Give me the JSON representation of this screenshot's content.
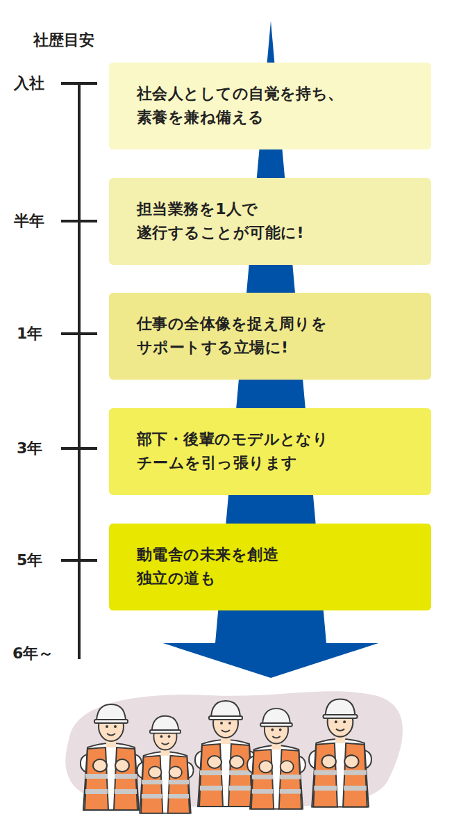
{
  "diagram": {
    "title": "社歴目安",
    "nodes": [
      {
        "text": [
          "社会人としての自覚を持ち、 素養を兼ね備える"
        ]
      },
      {
        "text": [
          "担当業務を1人で 遂行することが可能に!"
        ]
      },
      {
        "text": [
          "仕事の全体像を捉え周りを サポートする立場に!"
        ]
      },
      {
        "text": [
          "部下・後輩のモデルとなり チームを引っ張ります"
        ]
      },
      {
        "text": [
          "動電舎の未来を創造 独立の道も"
        ]
      }
    ],
    "labels": [
      "入社",
      "半年",
      "1年",
      "3年",
      "5年",
      "6年～"
    ]
  }
}
